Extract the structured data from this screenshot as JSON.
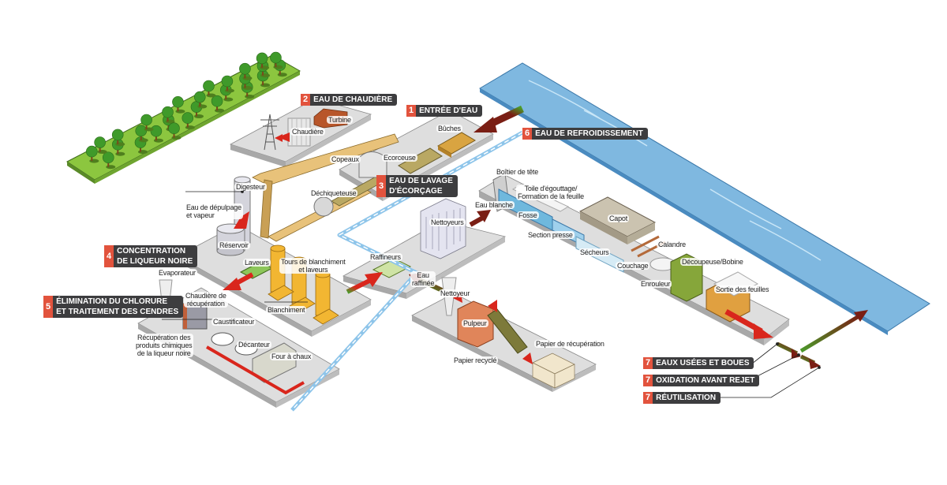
{
  "title": "Processus de fabrication du papier — circuit de l'eau",
  "colors": {
    "callout_number_bg": "#e2533d",
    "callout_text_bg": "#3d3d3f",
    "river": "#7fb8e0",
    "forest": "#8cc63f",
    "platform": "#dcdcdc",
    "arrow_red": "#d9261c",
    "arrow_dark": "#7a1e14",
    "arrow_green": "#4c9a2a",
    "pipe_dashed": "#8ec5ea"
  },
  "callouts": [
    {
      "num": "1",
      "text": "ENTRÉE D'EAU"
    },
    {
      "num": "2",
      "text": "EAU DE CHAUDIÈRE"
    },
    {
      "num": "3",
      "text": "EAU DE LAVAGE\nD'ÉCORÇAGE"
    },
    {
      "num": "4",
      "text": "CONCENTRATION\nDE LIQUEUR NOIRE"
    },
    {
      "num": "5",
      "text": "ÉLIMINATION DU CHLORURE\nET TRAITEMENT DES CENDRES"
    },
    {
      "num": "6",
      "text": "EAU DE REFROIDISSEMENT"
    },
    {
      "num": "7",
      "text": "EAUX USÉES ET BOUES"
    },
    {
      "num": "7",
      "text": "OXIDATION AVANT REJET"
    },
    {
      "num": "7",
      "text": "RÉUTILISATION"
    }
  ],
  "labels": {
    "chaudiere": "Chaudière",
    "turbine": "Turbine",
    "buches": "Bûches",
    "copeaux": "Copeaux",
    "ecorceuse": "Ecorceuse",
    "dechiqueteuse": "Déchiqueteuse",
    "digesteur": "Digesteur",
    "eau_depulpage": "Eau de dépulpage\net vapeur",
    "reservoir": "Réservoir",
    "laveurs": "Laveurs",
    "tours": "Tours de blanchiment\net laveurs",
    "blanchiment": "Blanchiment",
    "evaporateur": "Evaporateur",
    "chaudiere_recup": "Chaudière de\nrécupération",
    "caustificateur": "Caustificateur",
    "recup_chimiques": "Récupération des\nproduits chimiques\nde la liqueur noire",
    "decanteur": "Décanteur",
    "four_chaux": "Four à chaux",
    "raffineurs": "Raffineurs",
    "eau_raffinee": "Eau\nraffinée",
    "nettoyeurs": "Nettoyeurs",
    "nettoyeur": "Nettoyeur",
    "eau_blanche": "Eau blanche",
    "pulpeur": "Pulpeur",
    "papier_recup": "Papier de récupération",
    "papier_recycle": "Papier recyclé",
    "boitier_tete": "Boîtier de tête",
    "toile": "Toile d'égouttage/\nFormation de la feuille",
    "fosse": "Fosse",
    "section_presse": "Section presse",
    "capot": "Capot",
    "secheurs": "Sécheurs",
    "calandre": "Calandre",
    "couchage": "Couchage",
    "decoupeuse": "Découpeuse/Bobine",
    "enrouleur": "Enrouleur",
    "sortie_feuilles": "Sortie des feuilles"
  }
}
